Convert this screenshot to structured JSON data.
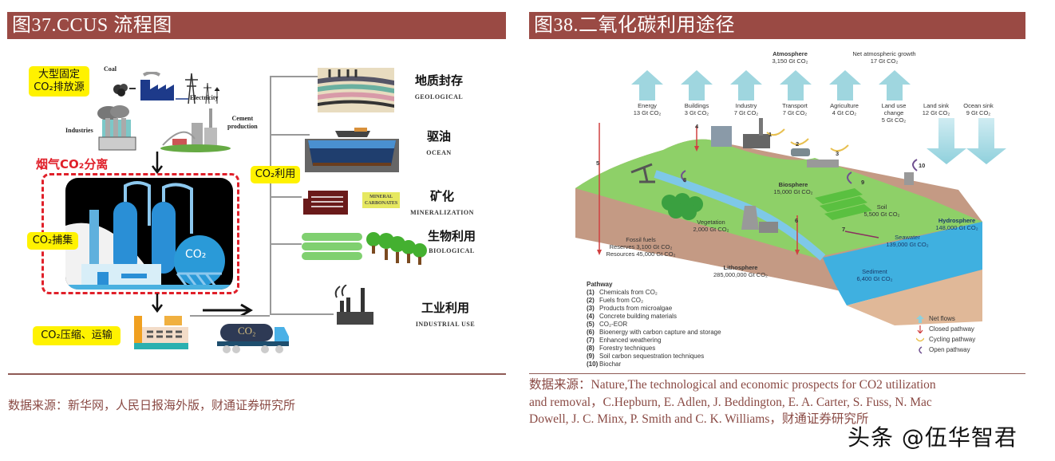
{
  "left_panel": {
    "title": "图37.CCUS 流程图",
    "labels": {
      "emission_source": "大型固定CO₂排放源",
      "emission_source_l1": "大型固定",
      "emission_source_l2": "CO₂排放源",
      "coal": "Coal",
      "electricity": "Electricity",
      "industries": "Industries",
      "cement_l1": "Cement",
      "cement_l2": "production",
      "flue_gas_separation": "烟气CO₂分离",
      "capture": "CO₂捕集",
      "compress_transport": "CO₂压缩、运输",
      "utilization": "CO₂利用",
      "tank_label": "CO₂",
      "truck_label": "CO₂",
      "mineral_carbonates_l1": "MINERAL",
      "mineral_carbonates_l2": "CARBONATES"
    },
    "destinations": [
      {
        "cn": "地质封存",
        "en": "GEOLOGICAL"
      },
      {
        "cn": "驱油",
        "en": "OCEAN"
      },
      {
        "cn": "矿化",
        "en": "MINERALIZATION"
      },
      {
        "cn": "生物利用",
        "en": "BIOLOGICAL"
      },
      {
        "cn": "工业利用",
        "en": "INDUSTRIAL USE"
      }
    ],
    "source": "数据来源：新华网，人民日报海外版，财通证券研究所"
  },
  "right_panel": {
    "title": "图38.二氧化碳利用途径",
    "atmosphere": {
      "label": "Atmosphere",
      "value": "3,150 Gt CO₂"
    },
    "net_growth": {
      "label": "Net atmospheric growth",
      "value": "17 Gt CO₂"
    },
    "emissions": [
      {
        "label": "Energy",
        "value": "13 Gt CO₂"
      },
      {
        "label": "Buildings",
        "value": "3 Gt CO₂"
      },
      {
        "label": "Industry",
        "value": "7 Gt CO₂"
      },
      {
        "label": "Transport",
        "value": "7 Gt CO₂"
      },
      {
        "label": "Agriculture",
        "value": "4 Gt CO₂"
      },
      {
        "label": "Land use change",
        "value": "5 Gt CO₂"
      }
    ],
    "sinks": [
      {
        "label": "Land sink",
        "value": "12 Gt CO₂"
      },
      {
        "label": "Ocean sink",
        "value": "9 Gt CO₂"
      }
    ],
    "reservoirs": {
      "biosphere": {
        "label": "Biosphere",
        "value": "15,000 Gt CO₂"
      },
      "vegetation": {
        "label": "Vegetation",
        "value": "2,000 Gt CO₂"
      },
      "soil": {
        "label": "Soil",
        "value": "5,500 Gt CO₂"
      },
      "fossil_fuels": {
        "label": "Fossil fuels",
        "reserves": "Reserves 3,100 Gt CO₂",
        "resources": "Resources 45,000 Gt CO₂"
      },
      "lithosphere": {
        "label": "Lithosphere",
        "value": "285,000,000 Gt CO₂"
      },
      "hydrosphere": {
        "label": "Hydrosphere",
        "value": "148,000 Gt CO₂"
      },
      "seawater": {
        "label": "Seawater",
        "value": "139,000 Gt CO₂"
      },
      "sediment": {
        "label": "Sediment",
        "value": "6,400 Gt CO₂"
      }
    },
    "pathway_title": "Pathway",
    "pathways": [
      {
        "num": "(1)",
        "label": "Chemicals from CO₂"
      },
      {
        "num": "(2)",
        "label": "Fuels from CO₂"
      },
      {
        "num": "(3)",
        "label": "Products from microalgae"
      },
      {
        "num": "(4)",
        "label": "Concrete building materials"
      },
      {
        "num": "(5)",
        "label": "CO₂-EOR"
      },
      {
        "num": "(6)",
        "label": "Bioenergy with carbon capture and storage"
      },
      {
        "num": "(7)",
        "label": "Enhanced weathering"
      },
      {
        "num": "(8)",
        "label": "Forestry techniques"
      },
      {
        "num": "(9)",
        "label": "Soil carbon sequestration techniques"
      },
      {
        "num": "(10)",
        "label": "Biochar"
      }
    ],
    "legend": [
      {
        "icon": "net-flows",
        "label": "Net flows"
      },
      {
        "icon": "closed-pathway",
        "label": "Closed pathway"
      },
      {
        "icon": "cycling-pathway",
        "label": "Cycling pathway"
      },
      {
        "icon": "open-pathway",
        "label": "Open pathway"
      }
    ],
    "markers": [
      "1",
      "2",
      "3",
      "4",
      "5",
      "6",
      "7",
      "8",
      "9",
      "10"
    ],
    "source_l1": "数据来源：Nature,The technological and economic prospects for CO2 utilization",
    "source_l2": "and removal，C.Hepburn, E. Adlen, J. Beddington, E. A. Carter, S. Fuss, N. Mac",
    "source_l3": "Dowell, J. C. Minx, P. Smith and C. K. Williams，财通证券研究所"
  },
  "watermark": "头条 @伍华智君",
  "colors": {
    "title_bar": "#9a4a44",
    "source_text": "#8a4a44",
    "highlight": "#fff200",
    "dashed_red": "#e0202a",
    "arrow_blue": "#8fd0dc"
  }
}
